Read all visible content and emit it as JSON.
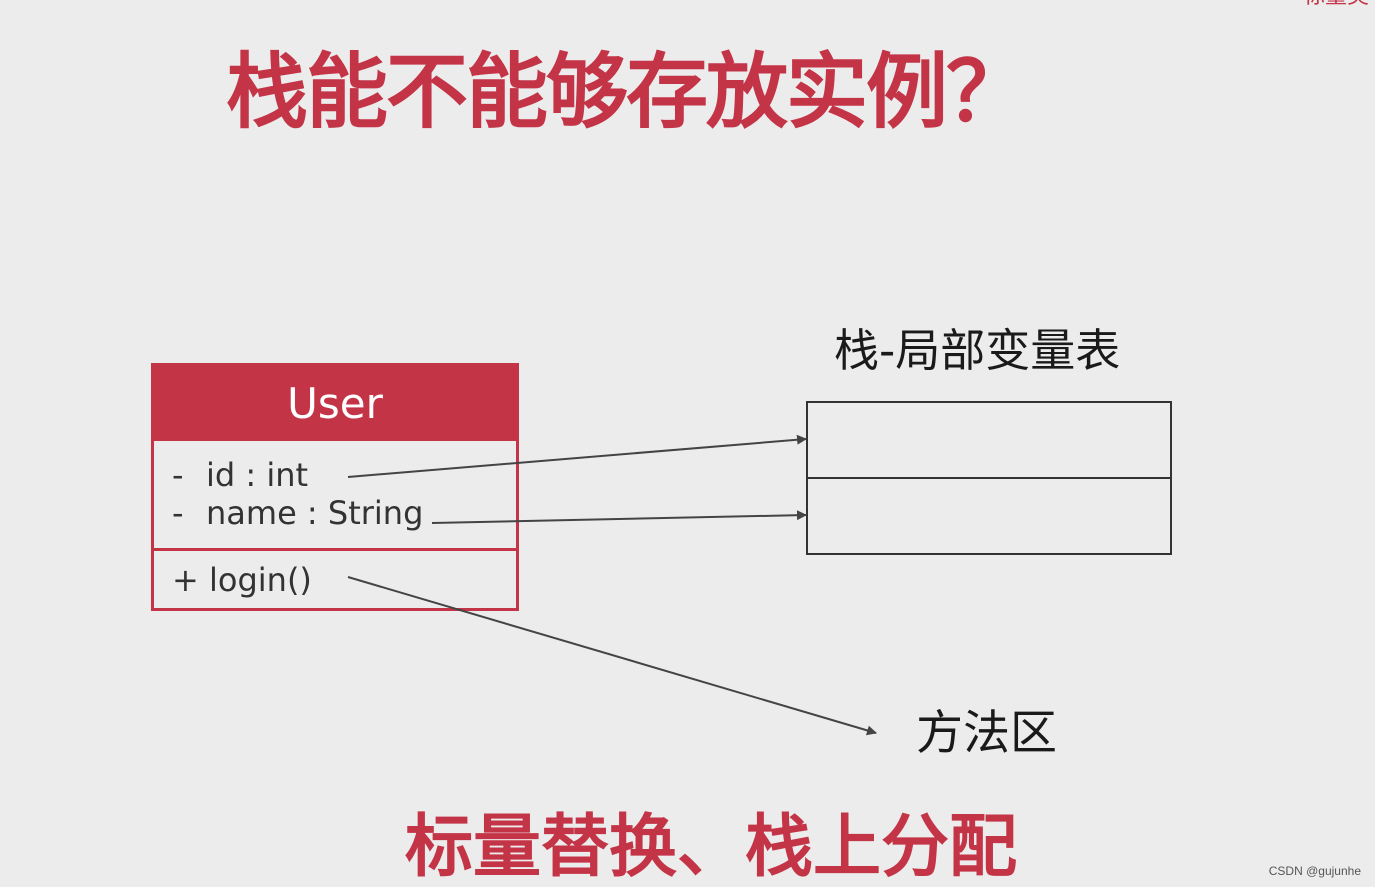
{
  "title": "栈能不能够存放实例？",
  "corner_text": "标量类",
  "uml": {
    "class_name": "User",
    "attributes": [
      {
        "visibility": "-",
        "text": "id : int"
      },
      {
        "visibility": "-",
        "text": "name : String"
      }
    ],
    "methods": [
      {
        "visibility": "+",
        "text": "login()"
      }
    ]
  },
  "stack_label": "栈-局部变量表",
  "method_area_label": "方法区",
  "footer_title": "标量替换、栈上分配",
  "watermark": "CSDN @gujunhe",
  "colors": {
    "accent": "#c43447",
    "background": "#ececec",
    "line": "#444444"
  }
}
